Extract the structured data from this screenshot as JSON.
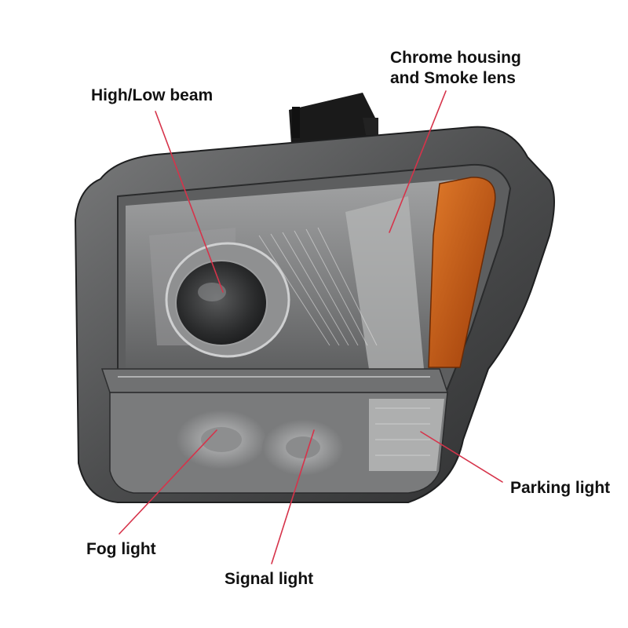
{
  "labels": {
    "high_low_beam": "High/Low beam",
    "chrome_housing_line1": "Chrome housing",
    "chrome_housing_line2": "and Smoke lens",
    "parking_light": "Parking light",
    "fog_light": "Fog light",
    "signal_light": "Signal light"
  },
  "colors": {
    "leader_line": "#d6334a",
    "housing_dark": "#3a3b3c",
    "housing_mid": "#6b6c6d",
    "smoke_lens": "#8e8f90",
    "amber_reflector": "#c0500f",
    "bracket": "#1a1a1a"
  },
  "icons": [
    "headlight-assembly-illustration"
  ]
}
